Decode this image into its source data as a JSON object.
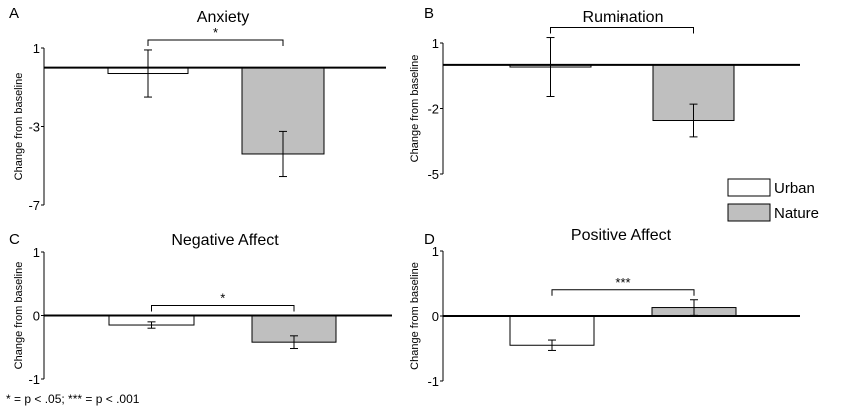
{
  "legend": {
    "items": [
      {
        "label": "Urban",
        "color": "#ffffff"
      },
      {
        "label": "Nature",
        "color": "#bfbfbf"
      }
    ]
  },
  "footnote": "* = p < .05; *** = p < .001",
  "chart_data": [
    {
      "panel": "A",
      "type": "bar",
      "title": "Anxiety",
      "ylabel": "Change from baseline",
      "ylim": [
        -7,
        1
      ],
      "ticks": [
        "1",
        "-3",
        "-7"
      ],
      "categories": [
        "Urban",
        "Nature"
      ],
      "values": [
        -0.3,
        -4.4
      ],
      "error": [
        1.2,
        1.15
      ],
      "significance": "*"
    },
    {
      "panel": "B",
      "type": "bar",
      "title": "Rumination",
      "ylabel": "Change from baseline",
      "ylim": [
        -5,
        1
      ],
      "ticks": [
        "1",
        "-2",
        "-5"
      ],
      "categories": [
        "Urban",
        "Nature"
      ],
      "values": [
        -0.1,
        -2.55
      ],
      "error": [
        1.35,
        0.75
      ],
      "significance": "*"
    },
    {
      "panel": "C",
      "type": "bar",
      "title": "Negative Affect",
      "ylabel": "Change from baseline",
      "ylim": [
        -1,
        1
      ],
      "ticks": [
        "1",
        "0",
        "-1"
      ],
      "categories": [
        "Urban",
        "Nature"
      ],
      "values": [
        -0.15,
        -0.42
      ],
      "error": [
        0.05,
        0.1
      ],
      "significance": "*"
    },
    {
      "panel": "D",
      "type": "bar",
      "title": "Positive Affect",
      "ylabel": "Change from baseline",
      "ylim": [
        -1,
        1
      ],
      "ticks": [
        "1",
        "0",
        "-1"
      ],
      "categories": [
        "Urban",
        "Nature"
      ],
      "values": [
        -0.45,
        0.13
      ],
      "error": [
        0.08,
        0.12
      ],
      "significance": "***"
    }
  ]
}
